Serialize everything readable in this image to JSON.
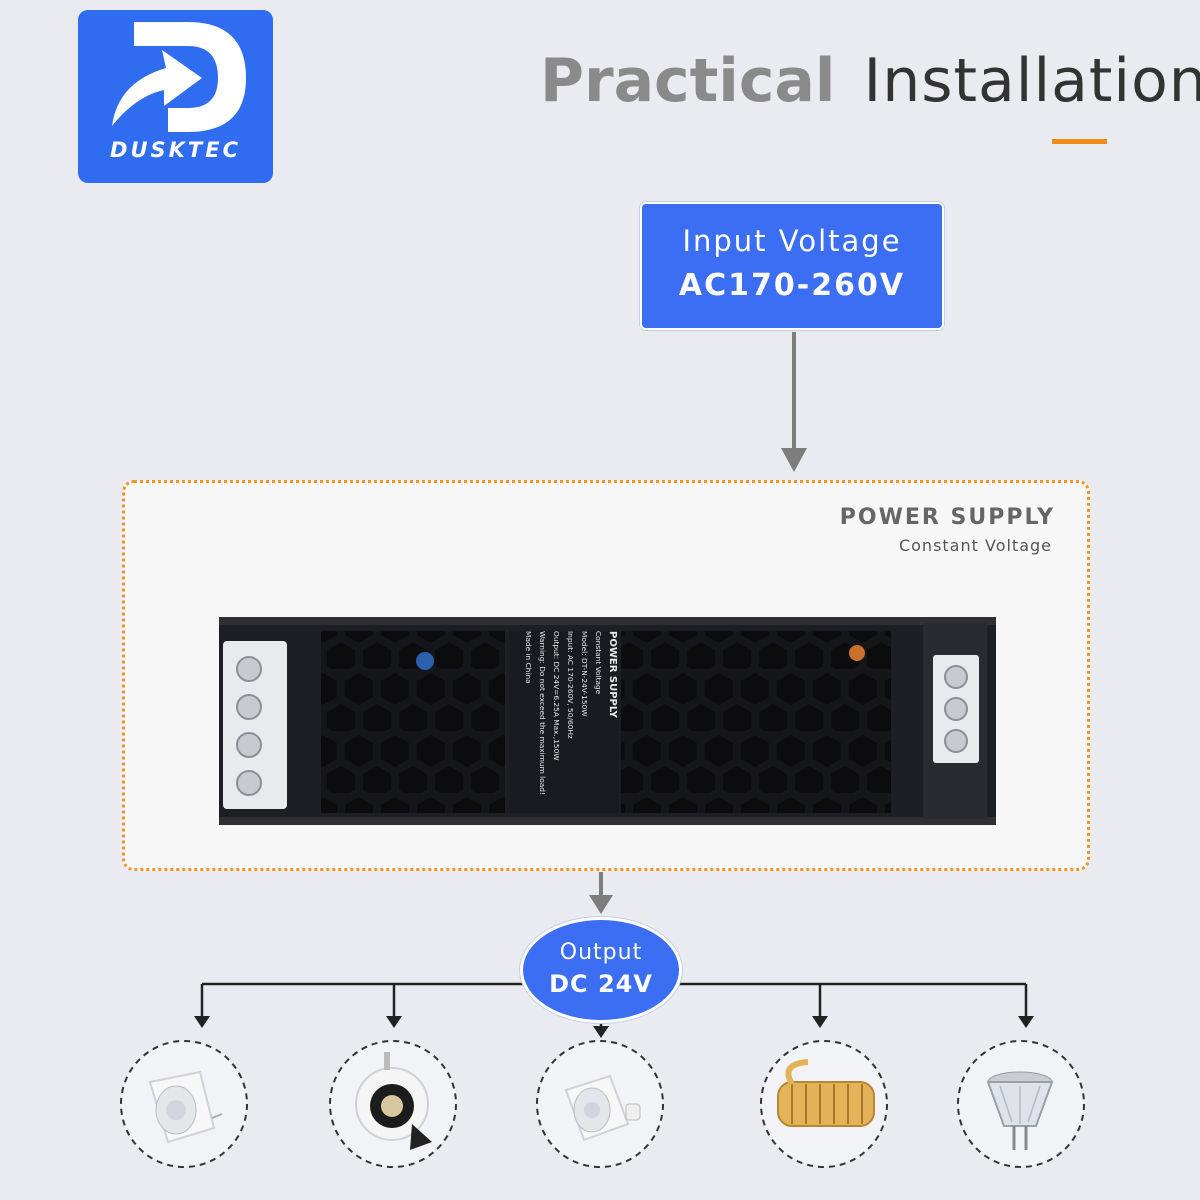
{
  "brand": {
    "name": "DUSKTEC",
    "color": "#2f6cf0"
  },
  "header": {
    "title_bold": "Practical",
    "title_light": "Installation",
    "accent_color": "#f28a18"
  },
  "input": {
    "line1": "Input Voltage",
    "line2": "AC170-260V"
  },
  "power_supply": {
    "title": "POWER SUPPLY",
    "subtitle": "Constant Voltage",
    "label_lines": [
      "POWER SUPPLY",
      "Constant Voltage",
      "Model: DT-N-24V-150W",
      "Input: AC 170-260V, 50/60Hz",
      "Output: DC 24V=6.25A Max.,150W",
      "Warning: Do not exceed the maximum load!",
      "Made in China"
    ]
  },
  "output": {
    "line1": "Output",
    "line2": "DC 24V"
  },
  "loads": [
    {
      "icon": "mr16-spotlight-icon"
    },
    {
      "icon": "recessed-downlight-icon"
    },
    {
      "icon": "gu10-spotlight-icon"
    },
    {
      "icon": "led-strip-reel-icon"
    },
    {
      "icon": "mr11-glass-bulb-icon"
    }
  ]
}
